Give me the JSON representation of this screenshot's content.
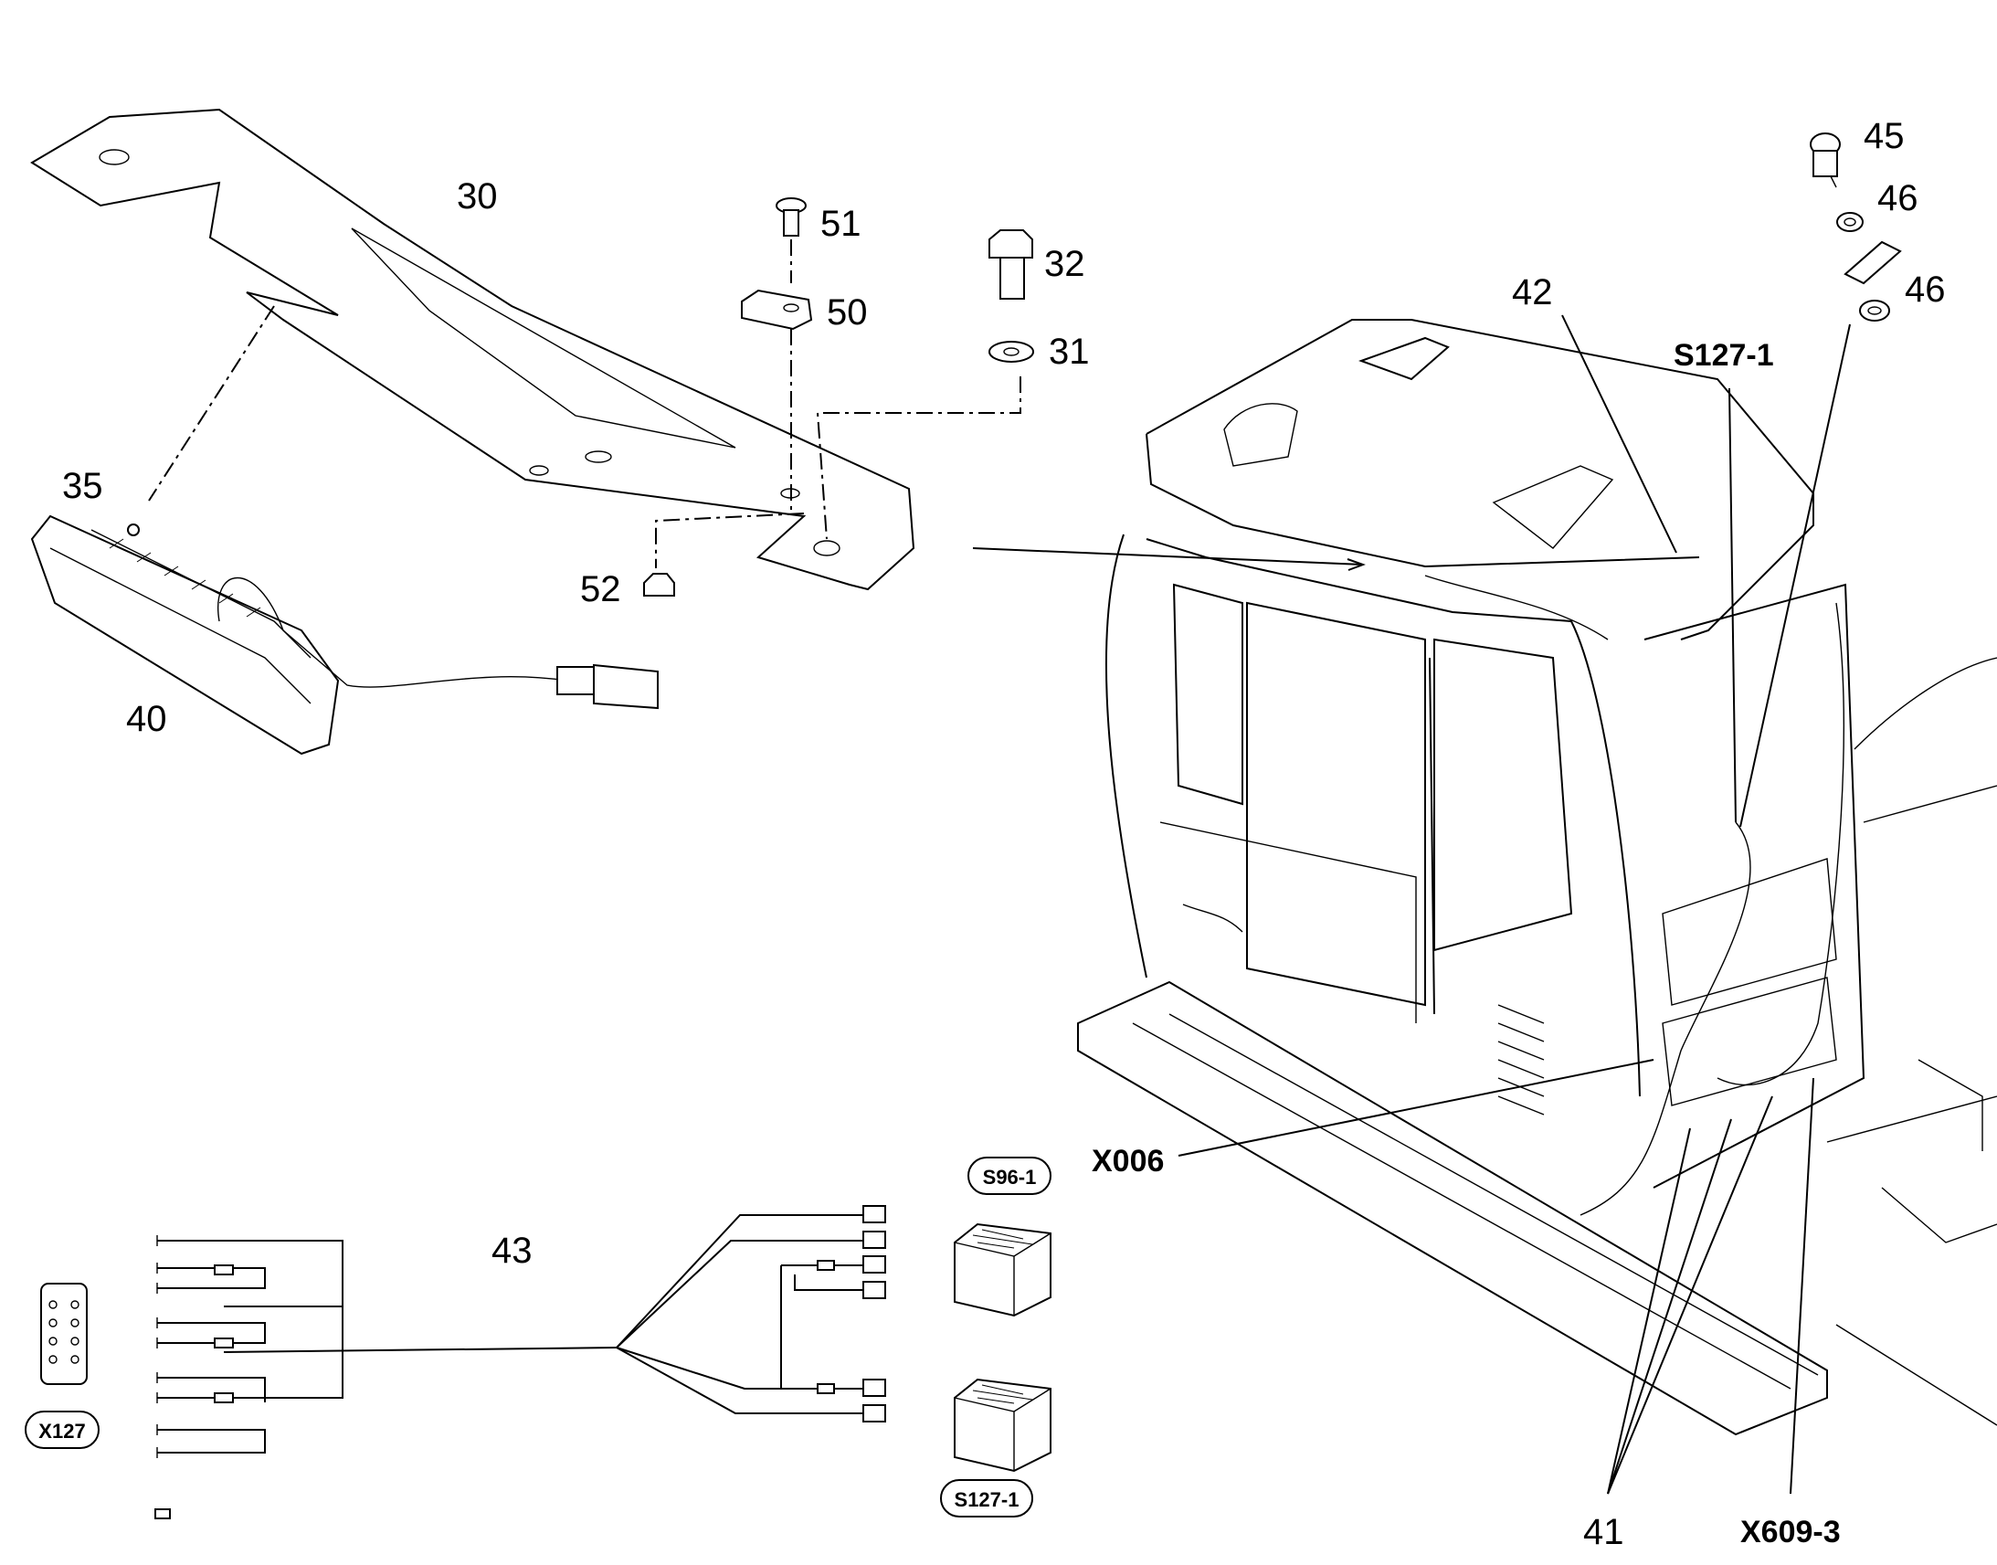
{
  "callouts": {
    "c30": "30",
    "c51": "51",
    "c50": "50",
    "c32": "32",
    "c31": "31",
    "c35": "35",
    "c52": "52",
    "c40": "40",
    "c42": "42",
    "c45": "45",
    "c46a": "46",
    "c46b": "46",
    "c43": "43",
    "c41": "41"
  },
  "connector_labels": {
    "s127_top": "S127-1",
    "x006": "X006",
    "x609": "X609-3"
  },
  "badges": {
    "s96": "S96-1",
    "s127": "S127-1",
    "x127": "X127"
  },
  "colors": {
    "line": "#000000",
    "background": "#ffffff"
  }
}
